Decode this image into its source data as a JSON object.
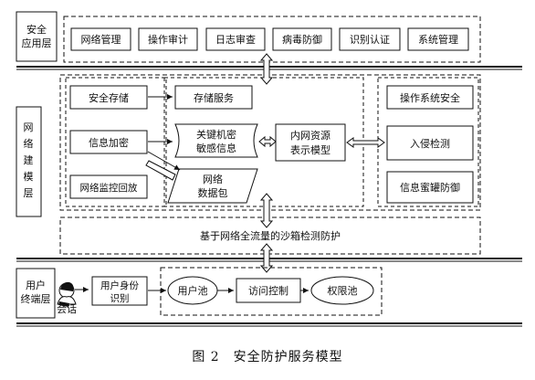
{
  "layers": {
    "application": {
      "title_lines": [
        "安全",
        "应用层"
      ]
    },
    "network": {
      "title_lines": [
        "网",
        "络",
        "建",
        "模",
        "层"
      ]
    },
    "terminal": {
      "title_lines": [
        "用户",
        "终端层"
      ]
    }
  },
  "app_modules": [
    "网络管理",
    "操作审计",
    "日志审查",
    "病毒防御",
    "识别认证",
    "系统管理"
  ],
  "left_boxes": [
    "安全存储",
    "信息加密",
    "网络监控回放"
  ],
  "middle": {
    "storage": "存储服务",
    "sensitive_lines": [
      "关键机密",
      "敏感信息"
    ],
    "packet_lines": [
      "网络",
      "数据包"
    ]
  },
  "center": {
    "lines": [
      "内网资源",
      "表示模型"
    ]
  },
  "right_boxes": [
    "操作系统安全",
    "入侵检测",
    "信息蜜罐防御"
  ],
  "sandbox": "基于网络全流量的沙箱检测防护",
  "terminal": {
    "session": "会话",
    "auth_lines": [
      "用户身份",
      "识别"
    ],
    "pools": [
      "用户池",
      "访问控制",
      "权限池"
    ]
  },
  "caption": "图 2　安全防护服务模型"
}
